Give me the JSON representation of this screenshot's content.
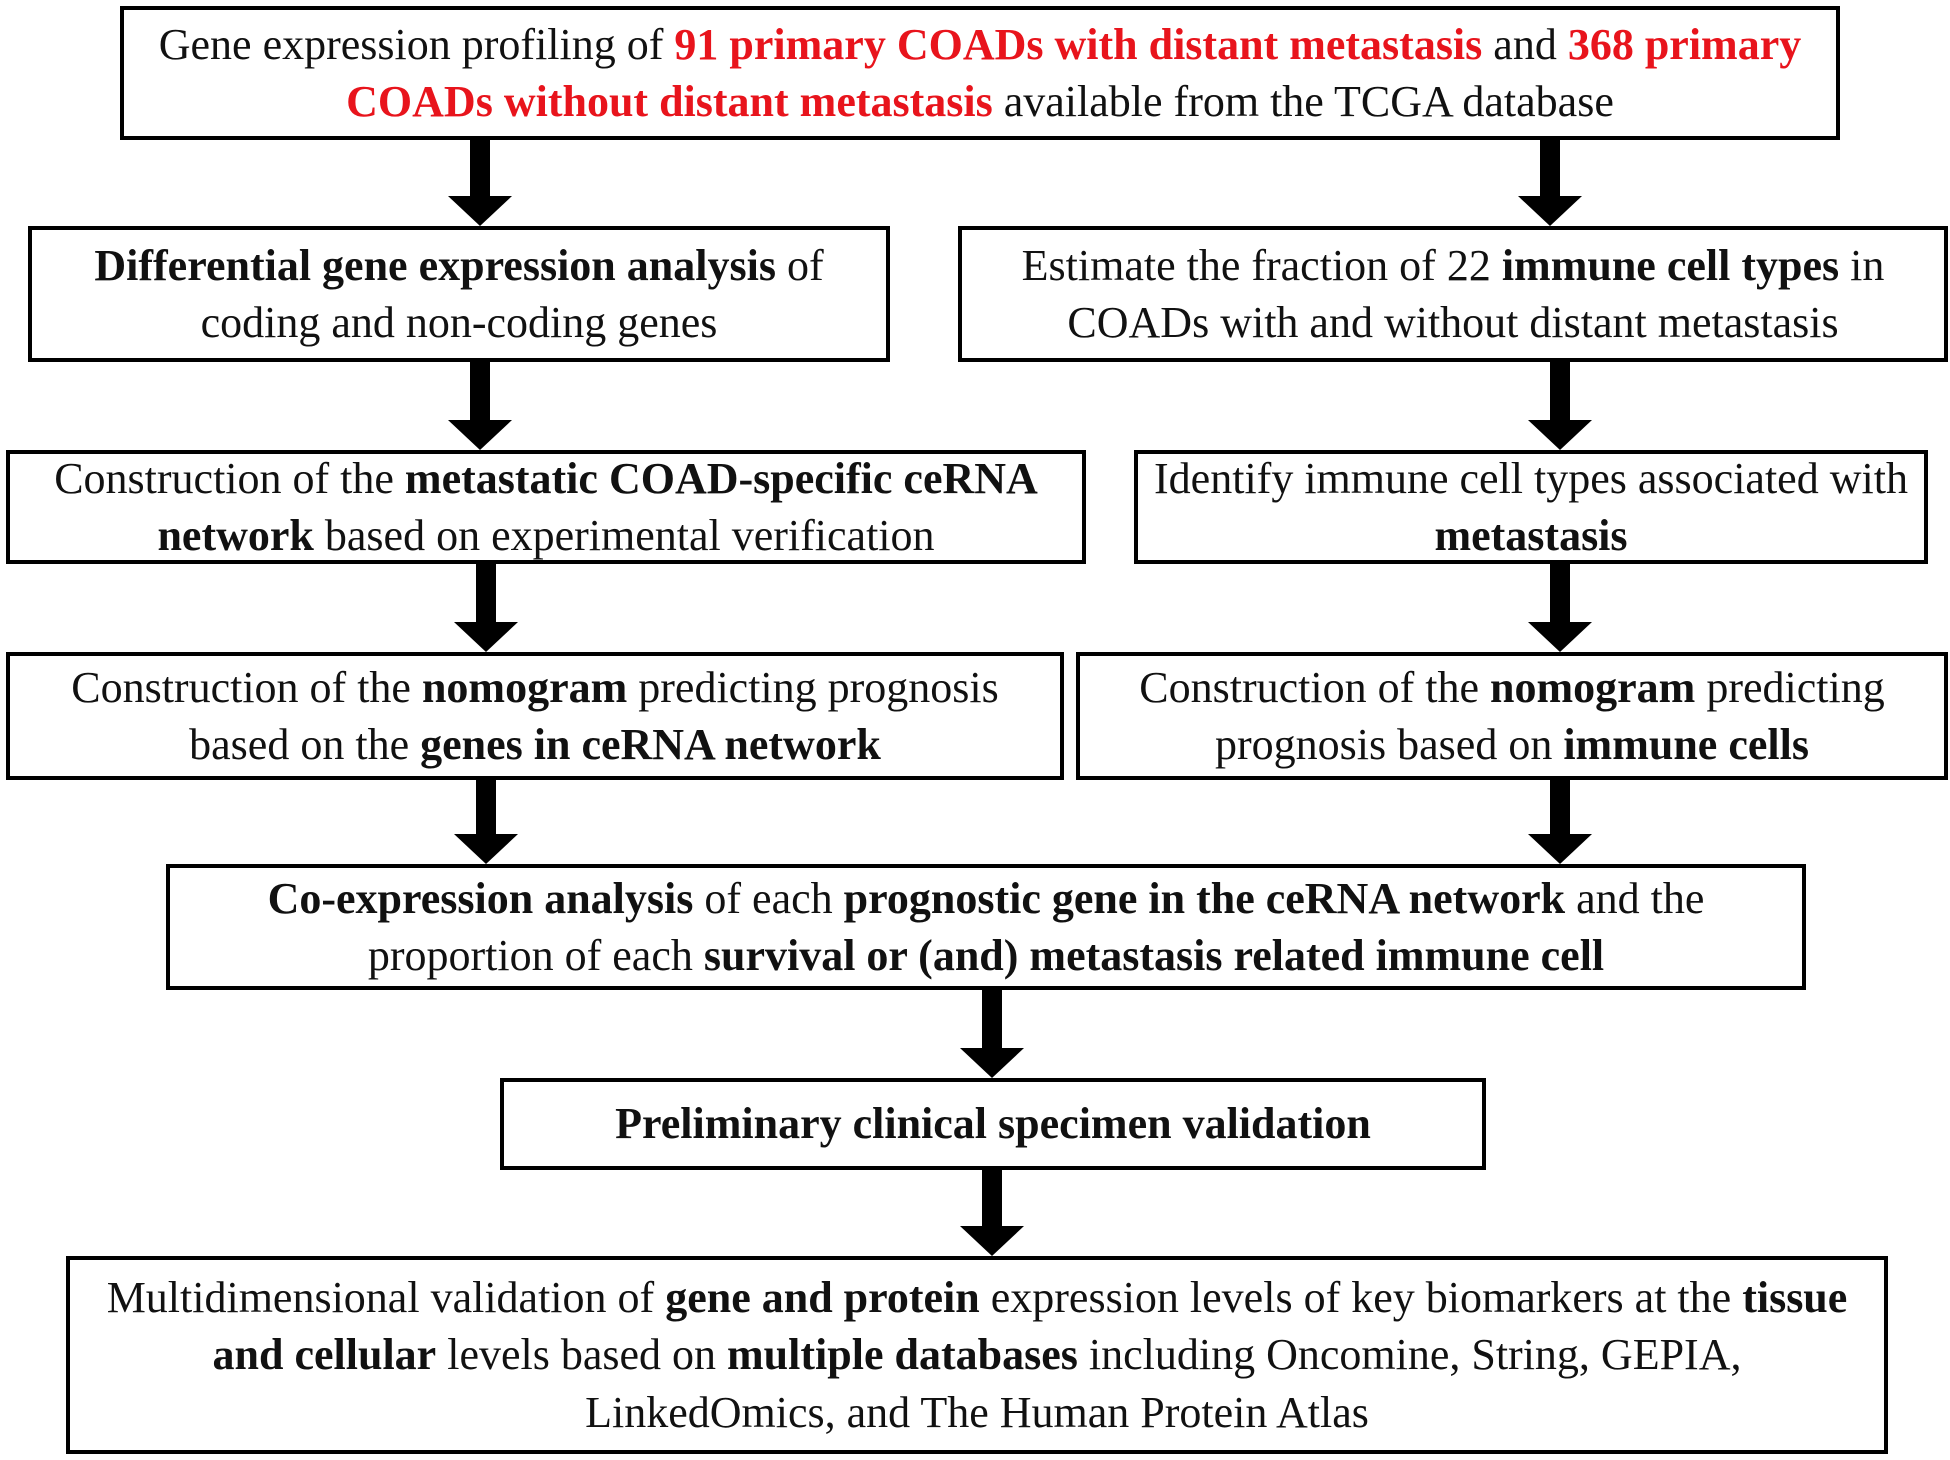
{
  "box1": {
    "t1": "Gene expression profiling of ",
    "t2": "91 primary COADs with distant metastasis",
    "t3": " and ",
    "t4": "368 primary COADs without distant metastasis",
    "t5": " available from the TCGA database"
  },
  "box2": {
    "t1": "Differential gene expression analysis",
    "t2": " of coding and non-coding genes"
  },
  "box3": {
    "t1": "Estimate the fraction of 22 ",
    "t2": "immune cell types",
    "t3": " in COADs with and without distant metastasis"
  },
  "box4": {
    "t1": "Construction of the ",
    "t2": "metastatic COAD-specific ceRNA network",
    "t3": " based on experimental verification"
  },
  "box5": {
    "t1": "Identify immune cell types associated with ",
    "t2": "metastasis"
  },
  "box6": {
    "t1": "Construction of the ",
    "t2": "nomogram",
    "t3": " predicting prognosis based on the ",
    "t4": "genes in ceRNA network"
  },
  "box7": {
    "t1": "Construction of the ",
    "t2": "nomogram",
    "t3": " predicting prognosis based on ",
    "t4": "immune cells"
  },
  "box8": {
    "t1": "Co-expression analysis",
    "t2": " of each ",
    "t3": "prognostic gene in the ceRNA network",
    "t4": " and the proportion of each ",
    "t5": "survival or (and) metastasis related immune cell"
  },
  "box9": {
    "t1": "Preliminary clinical specimen validation"
  },
  "box10": {
    "t1": "Multidimensional validation of ",
    "t2": "gene and protein",
    "t3": " expression levels of key biomarkers at the ",
    "t4": "tissue and cellular",
    "t5": " levels based on ",
    "t6": "multiple databases",
    "t7": " including Oncomine, String, GEPIA, LinkedOmics, and The Human Protein Atlas"
  }
}
